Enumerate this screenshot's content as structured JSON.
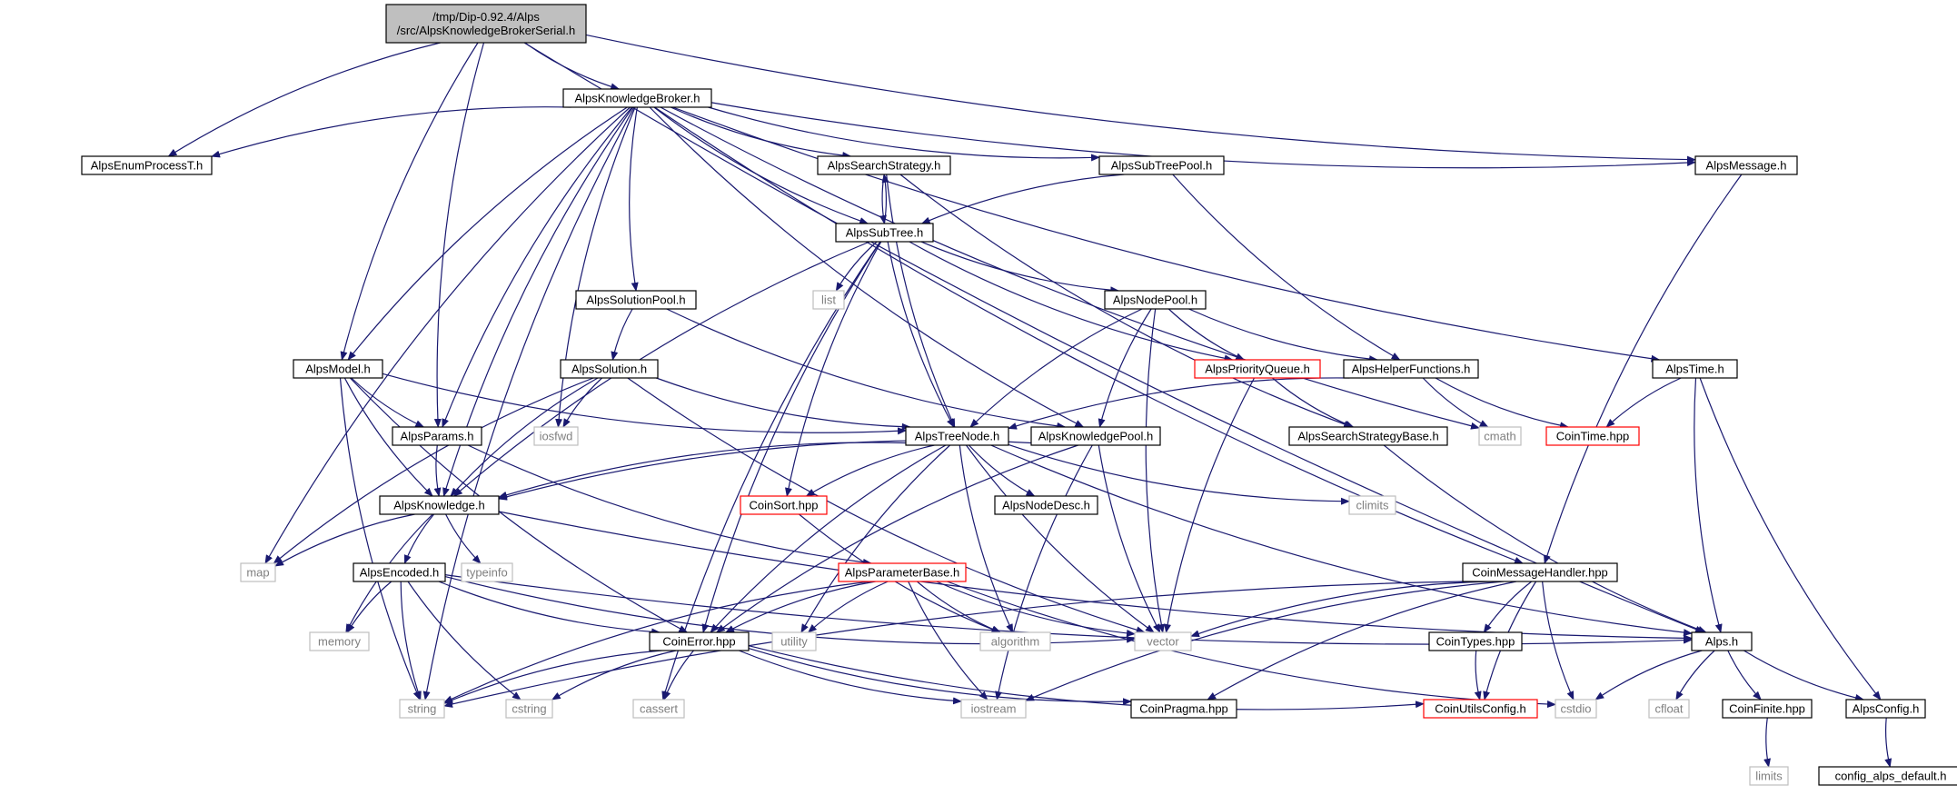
{
  "graph": {
    "colors": {
      "edge": "#191970",
      "box_normal": "#000000",
      "box_system": "#bfbfbf",
      "box_truncated": "#ff0000",
      "root_fill": "#bfbfbf",
      "text_normal": "#000000",
      "text_system": "#7f7f7f"
    },
    "nodes": [
      {
        "id": "root",
        "lines": [
          "/tmp/Dip-0.92.4/Alps",
          "/src/AlpsKnowledgeBrokerSerial.h"
        ],
        "kind": "root"
      },
      {
        "id": "kb",
        "lines": [
          "AlpsKnowledgeBroker.h"
        ],
        "kind": "normal"
      },
      {
        "id": "enum",
        "lines": [
          "AlpsEnumProcessT.h"
        ],
        "kind": "normal"
      },
      {
        "id": "search",
        "lines": [
          "AlpsSearchStrategy.h"
        ],
        "kind": "normal"
      },
      {
        "id": "stpool",
        "lines": [
          "AlpsSubTreePool.h"
        ],
        "kind": "normal"
      },
      {
        "id": "message",
        "lines": [
          "AlpsMessage.h"
        ],
        "kind": "normal"
      },
      {
        "id": "subtree",
        "lines": [
          "AlpsSubTree.h"
        ],
        "kind": "normal"
      },
      {
        "id": "list",
        "lines": [
          "list"
        ],
        "kind": "system"
      },
      {
        "id": "solpool",
        "lines": [
          "AlpsSolutionPool.h"
        ],
        "kind": "normal"
      },
      {
        "id": "nodepool",
        "lines": [
          "AlpsNodePool.h"
        ],
        "kind": "normal"
      },
      {
        "id": "model",
        "lines": [
          "AlpsModel.h"
        ],
        "kind": "normal"
      },
      {
        "id": "solution",
        "lines": [
          "AlpsSolution.h"
        ],
        "kind": "normal"
      },
      {
        "id": "pq",
        "lines": [
          "AlpsPriorityQueue.h"
        ],
        "kind": "truncated"
      },
      {
        "id": "helper",
        "lines": [
          "AlpsHelperFunctions.h"
        ],
        "kind": "normal"
      },
      {
        "id": "time",
        "lines": [
          "AlpsTime.h"
        ],
        "kind": "normal"
      },
      {
        "id": "params",
        "lines": [
          "AlpsParams.h"
        ],
        "kind": "normal"
      },
      {
        "id": "iosfwd",
        "lines": [
          "iosfwd"
        ],
        "kind": "system"
      },
      {
        "id": "treenode",
        "lines": [
          "AlpsTreeNode.h"
        ],
        "kind": "normal"
      },
      {
        "id": "kpool",
        "lines": [
          "AlpsKnowledgePool.h"
        ],
        "kind": "normal"
      },
      {
        "id": "ssbase",
        "lines": [
          "AlpsSearchStrategyBase.h"
        ],
        "kind": "normal"
      },
      {
        "id": "cmath",
        "lines": [
          "cmath"
        ],
        "kind": "system"
      },
      {
        "id": "cointime",
        "lines": [
          "CoinTime.hpp"
        ],
        "kind": "truncated"
      },
      {
        "id": "knowledge",
        "lines": [
          "AlpsKnowledge.h"
        ],
        "kind": "normal"
      },
      {
        "id": "coinsort",
        "lines": [
          "CoinSort.hpp"
        ],
        "kind": "truncated"
      },
      {
        "id": "nodedesc",
        "lines": [
          "AlpsNodeDesc.h"
        ],
        "kind": "normal"
      },
      {
        "id": "climits",
        "lines": [
          "climits"
        ],
        "kind": "system"
      },
      {
        "id": "map",
        "lines": [
          "map"
        ],
        "kind": "system"
      },
      {
        "id": "typeinfo",
        "lines": [
          "typeinfo"
        ],
        "kind": "system"
      },
      {
        "id": "encoded",
        "lines": [
          "AlpsEncoded.h"
        ],
        "kind": "normal"
      },
      {
        "id": "parambase",
        "lines": [
          "AlpsParameterBase.h"
        ],
        "kind": "truncated"
      },
      {
        "id": "cmh",
        "lines": [
          "CoinMessageHandler.hpp"
        ],
        "kind": "normal"
      },
      {
        "id": "memory",
        "lines": [
          "memory"
        ],
        "kind": "system"
      },
      {
        "id": "coinerror",
        "lines": [
          "CoinError.hpp"
        ],
        "kind": "normal"
      },
      {
        "id": "utility",
        "lines": [
          "utility"
        ],
        "kind": "system"
      },
      {
        "id": "algorithm",
        "lines": [
          "algorithm"
        ],
        "kind": "system"
      },
      {
        "id": "vector",
        "lines": [
          "vector"
        ],
        "kind": "system"
      },
      {
        "id": "cointypes",
        "lines": [
          "CoinTypes.hpp"
        ],
        "kind": "normal"
      },
      {
        "id": "alps",
        "lines": [
          "Alps.h"
        ],
        "kind": "normal"
      },
      {
        "id": "string",
        "lines": [
          "string"
        ],
        "kind": "system"
      },
      {
        "id": "cstring",
        "lines": [
          "cstring"
        ],
        "kind": "system"
      },
      {
        "id": "cassert",
        "lines": [
          "cassert"
        ],
        "kind": "system"
      },
      {
        "id": "iostream",
        "lines": [
          "iostream"
        ],
        "kind": "system"
      },
      {
        "id": "pragma",
        "lines": [
          "CoinPragma.hpp"
        ],
        "kind": "normal"
      },
      {
        "id": "utilsconfig",
        "lines": [
          "CoinUtilsConfig.h"
        ],
        "kind": "truncated"
      },
      {
        "id": "cstdio",
        "lines": [
          "cstdio"
        ],
        "kind": "system"
      },
      {
        "id": "cfloat",
        "lines": [
          "cfloat"
        ],
        "kind": "system"
      },
      {
        "id": "finite",
        "lines": [
          "CoinFinite.hpp"
        ],
        "kind": "normal"
      },
      {
        "id": "config",
        "lines": [
          "AlpsConfig.h"
        ],
        "kind": "normal"
      },
      {
        "id": "limits",
        "lines": [
          "limits"
        ],
        "kind": "system"
      },
      {
        "id": "configdef",
        "lines": [
          "config_alps_default.h"
        ],
        "kind": "normal"
      }
    ],
    "edges": [
      [
        "root",
        "kb"
      ],
      [
        "root",
        "enum"
      ],
      [
        "root",
        "message"
      ],
      [
        "root",
        "model"
      ],
      [
        "root",
        "params"
      ],
      [
        "root",
        "alps"
      ],
      [
        "kb",
        "enum"
      ],
      [
        "kb",
        "search"
      ],
      [
        "kb",
        "stpool"
      ],
      [
        "kb",
        "message"
      ],
      [
        "kb",
        "subtree"
      ],
      [
        "kb",
        "solpool"
      ],
      [
        "kb",
        "model"
      ],
      [
        "kb",
        "params"
      ],
      [
        "kb",
        "iosfwd"
      ],
      [
        "kb",
        "kpool"
      ],
      [
        "kb",
        "time"
      ],
      [
        "kb",
        "cmath"
      ],
      [
        "kb",
        "knowledge"
      ],
      [
        "kb",
        "map"
      ],
      [
        "kb",
        "string"
      ],
      [
        "kb",
        "cmh"
      ],
      [
        "search",
        "subtree"
      ],
      [
        "search",
        "treenode"
      ],
      [
        "search",
        "ssbase"
      ],
      [
        "stpool",
        "subtree"
      ],
      [
        "stpool",
        "helper"
      ],
      [
        "subtree",
        "search"
      ],
      [
        "subtree",
        "list"
      ],
      [
        "subtree",
        "nodepool"
      ],
      [
        "subtree",
        "pq"
      ],
      [
        "subtree",
        "treenode"
      ],
      [
        "subtree",
        "coinsort"
      ],
      [
        "subtree",
        "knowledge"
      ],
      [
        "subtree",
        "coinerror"
      ],
      [
        "subtree",
        "cassert"
      ],
      [
        "solpool",
        "solution"
      ],
      [
        "solpool",
        "kpool"
      ],
      [
        "nodepool",
        "pq"
      ],
      [
        "nodepool",
        "helper"
      ],
      [
        "nodepool",
        "treenode"
      ],
      [
        "nodepool",
        "kpool"
      ],
      [
        "nodepool",
        "vector"
      ],
      [
        "model",
        "params"
      ],
      [
        "model",
        "treenode"
      ],
      [
        "model",
        "knowledge"
      ],
      [
        "model",
        "coinerror"
      ],
      [
        "model",
        "string"
      ],
      [
        "solution",
        "iosfwd"
      ],
      [
        "solution",
        "treenode"
      ],
      [
        "solution",
        "knowledge"
      ],
      [
        "solution",
        "map"
      ],
      [
        "solution",
        "vector"
      ],
      [
        "pq",
        "ssbase"
      ],
      [
        "pq",
        "vector"
      ],
      [
        "helper",
        "treenode"
      ],
      [
        "helper",
        "cmath"
      ],
      [
        "helper",
        "cointime"
      ],
      [
        "time",
        "cointime"
      ],
      [
        "time",
        "alps"
      ],
      [
        "time",
        "config"
      ],
      [
        "params",
        "knowledge"
      ],
      [
        "params",
        "parambase"
      ],
      [
        "treenode",
        "knowledge"
      ],
      [
        "treenode",
        "coinsort"
      ],
      [
        "treenode",
        "nodedesc"
      ],
      [
        "treenode",
        "climits"
      ],
      [
        "treenode",
        "coinerror"
      ],
      [
        "treenode",
        "utility"
      ],
      [
        "treenode",
        "algorithm"
      ],
      [
        "treenode",
        "vector"
      ],
      [
        "treenode",
        "alps"
      ],
      [
        "kpool",
        "knowledge"
      ],
      [
        "kpool",
        "coinerror"
      ],
      [
        "kpool",
        "vector"
      ],
      [
        "kpool",
        "iostream"
      ],
      [
        "ssbase",
        "alps"
      ],
      [
        "message",
        "cmh"
      ],
      [
        "knowledge",
        "map"
      ],
      [
        "knowledge",
        "typeinfo"
      ],
      [
        "knowledge",
        "memory"
      ],
      [
        "knowledge",
        "encoded"
      ],
      [
        "knowledge",
        "alps"
      ],
      [
        "coinsort",
        "algorithm"
      ],
      [
        "encoded",
        "memory"
      ],
      [
        "encoded",
        "string"
      ],
      [
        "encoded",
        "cstring"
      ],
      [
        "encoded",
        "coinerror"
      ],
      [
        "encoded",
        "vector"
      ],
      [
        "encoded",
        "alps"
      ],
      [
        "parambase",
        "coinerror"
      ],
      [
        "parambase",
        "utility"
      ],
      [
        "parambase",
        "algorithm"
      ],
      [
        "parambase",
        "vector"
      ],
      [
        "parambase",
        "string"
      ],
      [
        "parambase",
        "iostream"
      ],
      [
        "parambase",
        "cstdio"
      ],
      [
        "cmh",
        "vector"
      ],
      [
        "cmh",
        "cointypes"
      ],
      [
        "cmh",
        "utilsconfig"
      ],
      [
        "cmh",
        "cstdio"
      ],
      [
        "cmh",
        "string"
      ],
      [
        "cmh",
        "iostream"
      ],
      [
        "cmh",
        "pragma"
      ],
      [
        "coinerror",
        "string"
      ],
      [
        "coinerror",
        "cstring"
      ],
      [
        "coinerror",
        "cassert"
      ],
      [
        "coinerror",
        "iostream"
      ],
      [
        "coinerror",
        "pragma"
      ],
      [
        "coinerror",
        "utilsconfig"
      ],
      [
        "cointypes",
        "utilsconfig"
      ],
      [
        "alps",
        "cstdio"
      ],
      [
        "alps",
        "cfloat"
      ],
      [
        "alps",
        "finite"
      ],
      [
        "alps",
        "config"
      ],
      [
        "finite",
        "limits"
      ],
      [
        "config",
        "configdef"
      ]
    ]
  }
}
